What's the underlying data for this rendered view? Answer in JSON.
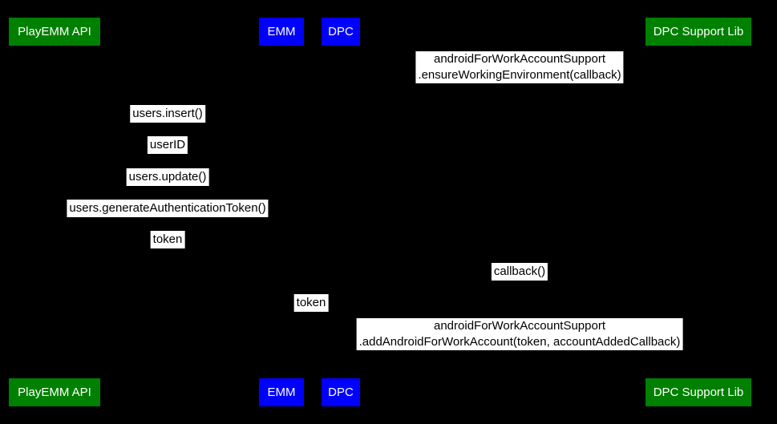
{
  "diagram": {
    "type": "sequence-diagram",
    "colors": {
      "background": "#000000",
      "label_bg": "#ffffff",
      "label_text": "#000000",
      "actor_text": "#ffffff",
      "actor_green": "#008000",
      "actor_blue": "#0000ff"
    },
    "participants": [
      {
        "label": "PlayEMM API",
        "color": "#008000"
      },
      {
        "label": "EMM",
        "color": "#0000ff"
      },
      {
        "label": "DPC",
        "color": "#0000ff"
      },
      {
        "label": "DPC Support Lib",
        "color": "#008000"
      }
    ],
    "messages": [
      {
        "line1": "androidForWorkAccountSupport",
        "line2": ".ensureWorkingEnvironment(callback)"
      },
      {
        "line1": "users.insert()"
      },
      {
        "line1": "userID"
      },
      {
        "line1": "users.update()"
      },
      {
        "line1": "users.generateAuthenticationToken()"
      },
      {
        "line1": "token"
      },
      {
        "line1": "callback()"
      },
      {
        "line1": "token"
      },
      {
        "line1": "androidForWorkAccountSupport",
        "line2": ".addAndroidForWorkAccount(token, accountAddedCallback)"
      }
    ]
  }
}
